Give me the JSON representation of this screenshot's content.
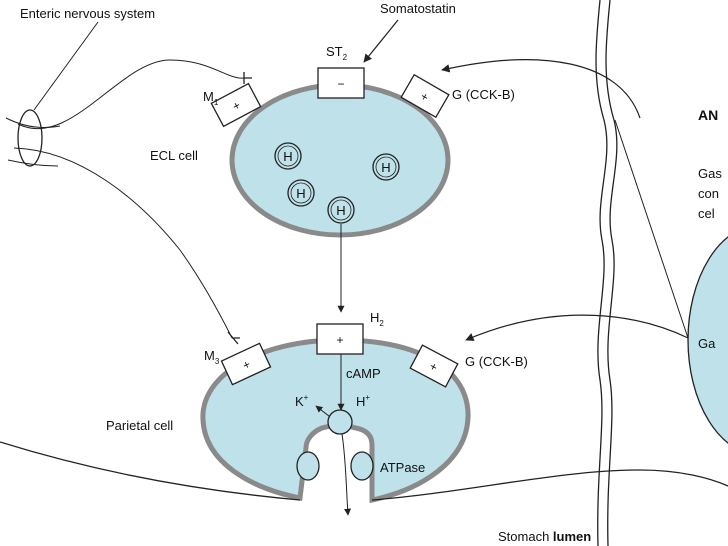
{
  "labels": {
    "enteric": "Enteric nervous system",
    "somatostatin": "Somatostatin",
    "st": "ST",
    "st_sub": "2",
    "m1": "M",
    "m1_sub": "1",
    "m3": "M",
    "m3_sub": "3",
    "g_top": "G (CCK-B)",
    "g_bottom": "G (CCK-B)",
    "ecl": "ECL cell",
    "h2": "H",
    "h2_sub": "2",
    "camp": "cAMP",
    "kplus": "K",
    "kplus_sup": "+",
    "hplus": "H",
    "hplus_sup": "+",
    "parietal": "Parietal cell",
    "atpase": "ATPase",
    "lumen_a": "Stomach ",
    "lumen_b": "lumen",
    "an": "AN",
    "gas1": "Gas",
    "gas2": "con",
    "gas3": "cel",
    "ga": "Ga",
    "hist": "H",
    "plus": "+",
    "minus": "−"
  },
  "colors": {
    "cell_fill": "#bfe1ea",
    "membrane": "#8a8a8a",
    "line": "#222222"
  }
}
